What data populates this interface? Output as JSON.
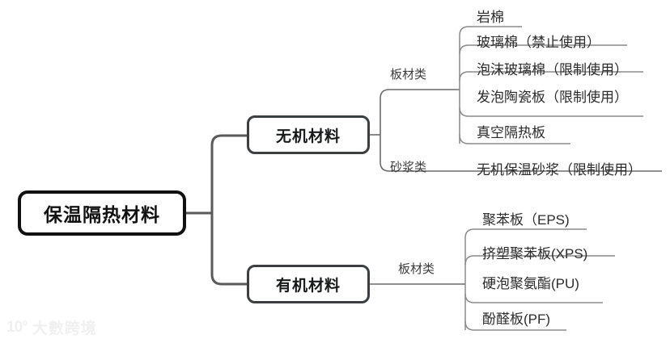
{
  "diagram": {
    "type": "mindmap",
    "title": "保温隔热材料",
    "root": {
      "label": "保温隔热材料"
    },
    "branches": [
      {
        "label": "无机材料",
        "groups": [
          {
            "label": "板材类",
            "items": [
              {
                "label": "岩棉"
              },
              {
                "label": "玻璃棉（禁止使用）"
              },
              {
                "label": "泡沫玻璃棉（限制使用）"
              },
              {
                "label": "发泡陶瓷板（限制使用）"
              },
              {
                "label": "真空隔热板"
              }
            ]
          },
          {
            "label": "砂浆类",
            "items": [
              {
                "label": "无机保温砂浆（限制使用）"
              }
            ]
          }
        ]
      },
      {
        "label": "有机材料",
        "groups": [
          {
            "label": "板材类",
            "items": [
              {
                "label": "聚苯板（EPS)"
              },
              {
                "label": "挤塑聚苯板(XPS)"
              },
              {
                "label": "硬泡聚氨酯(PU)"
              },
              {
                "label": "酚醛板(PF)"
              }
            ]
          }
        ]
      }
    ]
  },
  "watermark": {
    "logo": "10°",
    "text": "大數跨境"
  },
  "colors": {
    "root_border": "#111111",
    "node_border": "#3b3f42",
    "connector": "#5a5a5a",
    "leaf_line": "#7a7a7a",
    "text": "#111111",
    "background": "#ffffff"
  }
}
